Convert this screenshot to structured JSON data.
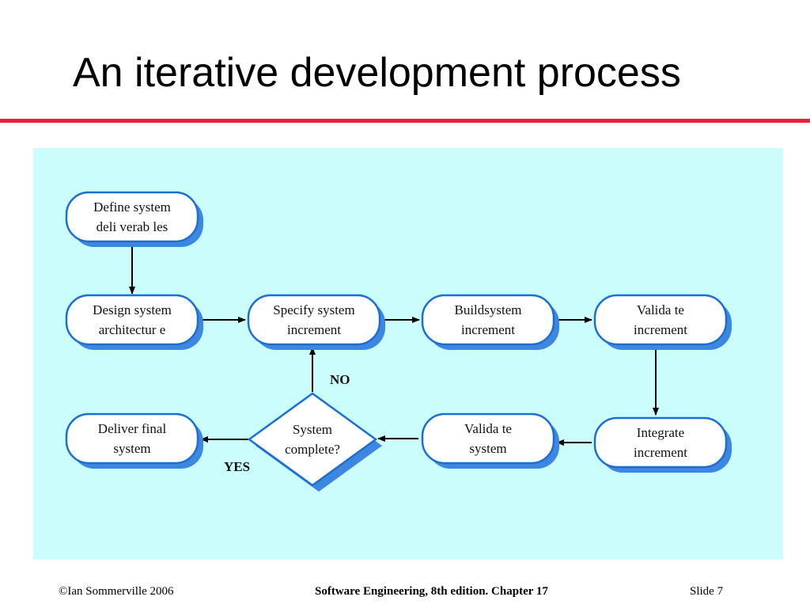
{
  "slide": {
    "title": "An iterative development process",
    "accent_color": "#e8203a",
    "panel_color": "#ccfdfd"
  },
  "diagram": {
    "node_fill": "#ffffff",
    "node_border": "#1a6fd1",
    "shadow_color": "#3d87e0",
    "arrow_color": "#000000",
    "nodes": {
      "define": [
        "Define system",
        "deli verab les"
      ],
      "design": [
        "Design system",
        "architectur e"
      ],
      "specify": [
        "Specify system",
        "increment"
      ],
      "build": [
        "Buildsystem",
        "increment"
      ],
      "validate_inc": [
        "Valida te",
        "increment"
      ],
      "integrate": [
        "Integrate",
        "increment"
      ],
      "validate_sys": [
        "Valida te",
        "system"
      ],
      "decision": [
        "System",
        "complete?"
      ],
      "deliver": [
        "Deliver final",
        "system"
      ]
    },
    "labels": {
      "no": "NO",
      "yes": "YES"
    }
  },
  "footer": {
    "copyright": "©Ian Sommerville 2006",
    "book": "Software Engineering, 8th edition. Chapter 17",
    "slide_label": "Slide  7"
  }
}
